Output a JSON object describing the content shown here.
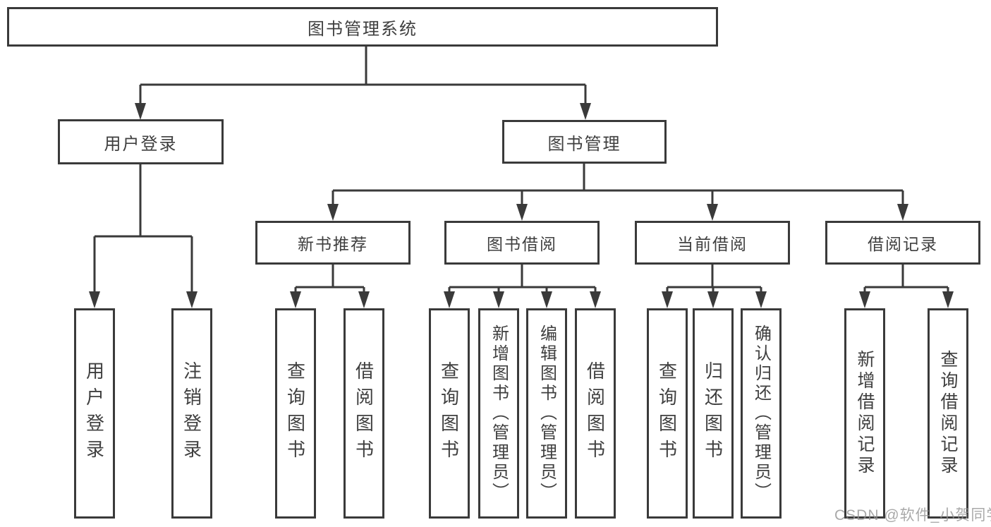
{
  "colors": {
    "line": "#3a3a3a",
    "box_border": "#3a3a3a",
    "text": "#3f3f3f",
    "watermark": "#949494",
    "background": "#ffffff"
  },
  "watermark": {
    "text": "CSDN @软件_小贺同学"
  },
  "tree": {
    "label": "图书管理系统",
    "children": [
      {
        "label": "用户登录",
        "children": [
          {
            "label": "用户登录"
          },
          {
            "label": "注销登录"
          }
        ]
      },
      {
        "label": "图书管理",
        "children": [
          {
            "label": "新书推荐",
            "children": [
              {
                "label": "查询图书"
              },
              {
                "label": "借阅图书"
              }
            ]
          },
          {
            "label": "图书借阅",
            "children": [
              {
                "label": "查询图书"
              },
              {
                "label": "新增图书（管理员）"
              },
              {
                "label": "编辑图书（管理员）"
              },
              {
                "label": "借阅图书"
              }
            ]
          },
          {
            "label": "当前借阅",
            "children": [
              {
                "label": "查询图书"
              },
              {
                "label": "归还图书"
              },
              {
                "label": "确认归还（管理员）"
              }
            ]
          },
          {
            "label": "借阅记录",
            "children": [
              {
                "label": "新增借阅记录"
              },
              {
                "label": "查询借阅记录"
              }
            ]
          }
        ]
      }
    ]
  }
}
